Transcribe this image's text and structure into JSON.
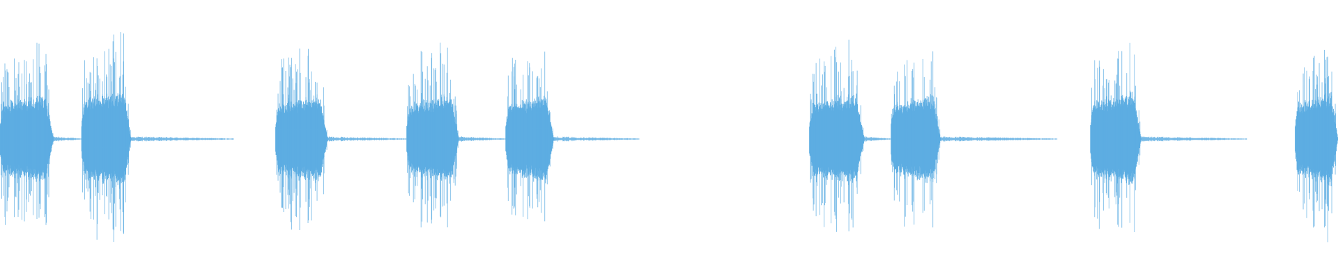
{
  "waveform": {
    "color": "#5dade2",
    "background": "#ffffff",
    "bursts": [
      {
        "start": 0.0,
        "end": 0.04,
        "amplitude": 0.78
      },
      {
        "start": 0.061,
        "end": 0.098,
        "amplitude": 0.86
      },
      {
        "start": 0.206,
        "end": 0.245,
        "amplitude": 0.77
      },
      {
        "start": 0.304,
        "end": 0.343,
        "amplitude": 0.78
      },
      {
        "start": 0.378,
        "end": 0.414,
        "amplitude": 0.76
      },
      {
        "start": 0.605,
        "end": 0.646,
        "amplitude": 0.8
      },
      {
        "start": 0.666,
        "end": 0.703,
        "amplitude": 0.78
      },
      {
        "start": 0.815,
        "end": 0.853,
        "amplitude": 0.83
      },
      {
        "start": 0.968,
        "end": 1.0,
        "amplitude": 0.8
      }
    ],
    "quiet_segments": [
      {
        "start": 0.04,
        "end": 0.061
      },
      {
        "start": 0.098,
        "end": 0.175
      },
      {
        "start": 0.245,
        "end": 0.304
      },
      {
        "start": 0.343,
        "end": 0.378
      },
      {
        "start": 0.414,
        "end": 0.478
      },
      {
        "start": 0.646,
        "end": 0.666
      },
      {
        "start": 0.703,
        "end": 0.79
      },
      {
        "start": 0.853,
        "end": 0.932
      }
    ]
  }
}
